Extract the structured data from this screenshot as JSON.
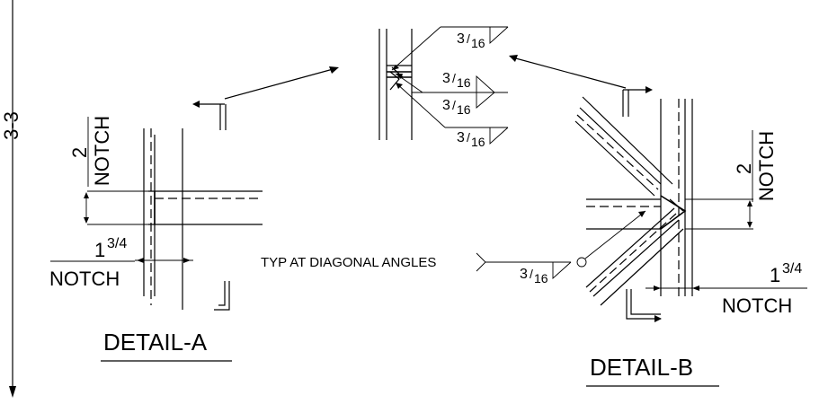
{
  "left_edge_label": "3-3",
  "detail_a": {
    "title": "DETAIL-A",
    "top_notch_value": "2",
    "top_notch_label": "NOTCH",
    "side_notch_whole": "1",
    "side_notch_frac": "3/4",
    "side_notch_label": "NOTCH"
  },
  "detail_b": {
    "title": "DETAIL-B",
    "top_notch_value": "2",
    "top_notch_label": "NOTCH",
    "side_notch_whole": "1",
    "side_notch_frac": "3/4",
    "side_notch_label": "NOTCH"
  },
  "weld_detail": {
    "weld_1": {
      "num": "3",
      "den": "16"
    },
    "weld_2": {
      "num": "3",
      "den": "16"
    },
    "weld_3": {
      "num": "3",
      "den": "16"
    },
    "weld_4": {
      "num": "3",
      "den": "16"
    }
  },
  "diagonal_note": {
    "text": "TYP AT DIAGONAL ANGLES",
    "num": "3",
    "den": "16"
  }
}
